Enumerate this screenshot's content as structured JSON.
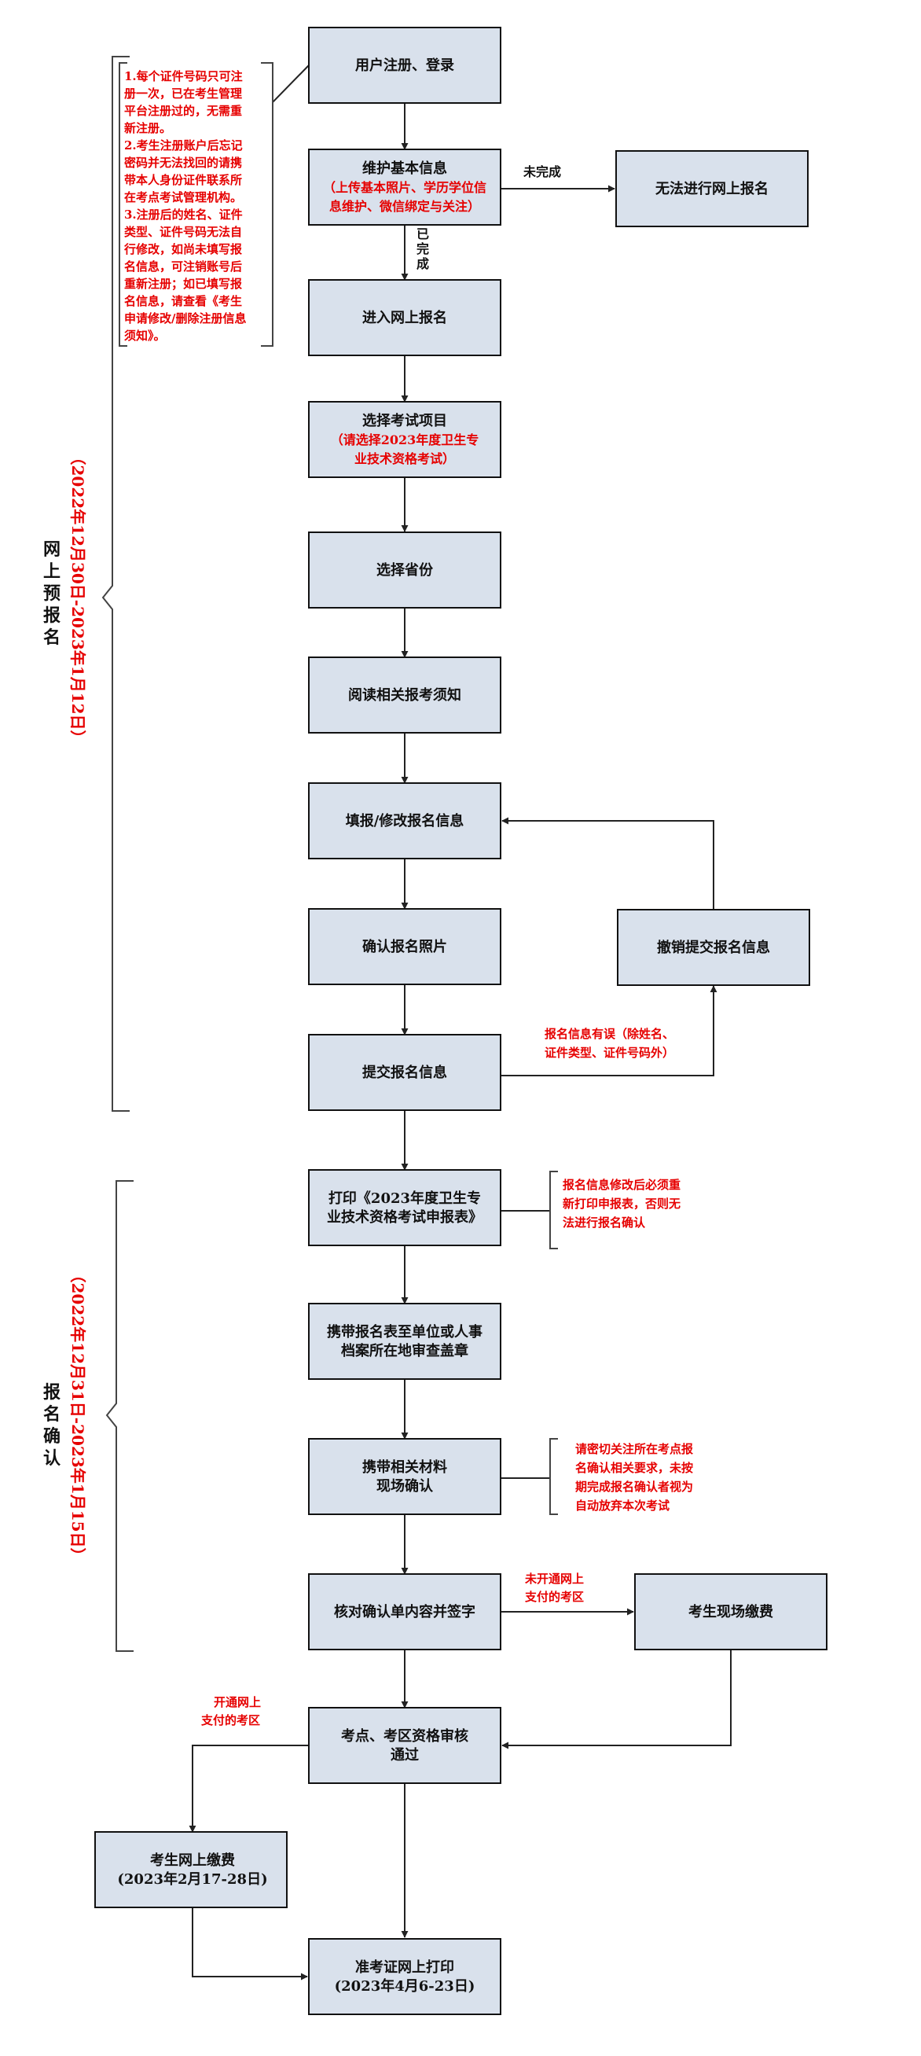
{
  "accent_red": "#e60000",
  "box_fill": "#d9e1ec",
  "nodes": {
    "register": {
      "lines": [
        "用户注册、登录"
      ],
      "sub": []
    },
    "maintain": {
      "lines": [
        "维护基本信息"
      ],
      "sub": [
        "（上传基本照片、学历学位信",
        "息维护、微信绑定与关注）"
      ]
    },
    "cannot": {
      "lines": [
        "无法进行网上报名"
      ],
      "sub": []
    },
    "enter": {
      "lines": [
        "进入网上报名"
      ],
      "sub": []
    },
    "choose_exam": {
      "lines": [
        "选择考试项目"
      ],
      "sub": [
        "（请选择2023年度卫生专",
        "业技术资格考试）"
      ]
    },
    "choose_province": {
      "lines": [
        "选择省份"
      ],
      "sub": []
    },
    "read_notice": {
      "lines": [
        "阅读相关报考须知"
      ],
      "sub": []
    },
    "fill_info": {
      "lines": [
        "填报/修改报名信息"
      ],
      "sub": []
    },
    "confirm_photo": {
      "lines": [
        "确认报名照片"
      ],
      "sub": []
    },
    "revoke": {
      "lines": [
        "撤销提交报名信息"
      ],
      "sub": []
    },
    "submit": {
      "lines": [
        "提交报名信息"
      ],
      "sub": []
    },
    "print_form": {
      "lines": [
        "打印《2023年度卫生专",
        "业技术资格考试申报表》"
      ],
      "sub": []
    },
    "stamp": {
      "lines": [
        "携带报名表至单位或人事",
        "档案所在地审查盖章"
      ],
      "sub": []
    },
    "onsite": {
      "lines": [
        "携带相关材料",
        "现场确认"
      ],
      "sub": []
    },
    "verify": {
      "lines": [
        "核对确认单内容并签字"
      ],
      "sub": []
    },
    "onsite_pay": {
      "lines": [
        "考生现场缴费"
      ],
      "sub": []
    },
    "review": {
      "lines": [
        "考点、考区资格审核",
        "通过"
      ],
      "sub": []
    },
    "online_pay": {
      "lines": [
        "考生网上缴费",
        "(2023年2月17-28日)"
      ],
      "sub": []
    },
    "admission": {
      "lines": [
        "准考证网上打印",
        "(2023年4月6-23日)"
      ],
      "sub": []
    }
  },
  "labels": {
    "not_done": "未完成",
    "done": [
      "已",
      "完",
      "成"
    ],
    "info_error": [
      "报名信息有误（除姓名、",
      "证件类型、证件号码外）"
    ],
    "no_online_pay": [
      "未开通网上",
      "支付的考区"
    ],
    "has_online_pay": [
      "开通网上",
      "支付的考区"
    ]
  },
  "notes": {
    "account_note": [
      "1.每个证件号码只可注",
      "册一次，已在考生管理",
      "平台注册过的，无需重",
      "新注册。",
      "2.考生注册账户后忘记",
      "密码并无法找回的请携",
      "带本人身份证件联系所",
      "在考点考试管理机构。",
      "3.注册后的姓名、证件",
      "类型、证件号码无法自",
      "行修改，如尚未填写报",
      "名信息，可注销账号后",
      "重新注册；如已填写报",
      "名信息，请查看《考生",
      "申请修改/删除注册信息",
      "须知》。"
    ],
    "print_note": [
      "报名信息修改后必须重",
      "新打印申报表，否则无",
      "法进行报名确认"
    ],
    "onsite_note": [
      "请密切关注所在考点报",
      "名确认相关要求，未按",
      "期完成报名确认者视为",
      "自动放弃本次考试"
    ]
  },
  "phases": {
    "pre_registration": {
      "name": [
        "网",
        "上",
        "预",
        "报",
        "名"
      ],
      "dates": "（2022年12月30日-2023年1月12日）"
    },
    "confirmation": {
      "name": [
        "报",
        "名",
        "确",
        "认"
      ],
      "dates": "（2022年12月31日-2023年1月15日）"
    }
  }
}
